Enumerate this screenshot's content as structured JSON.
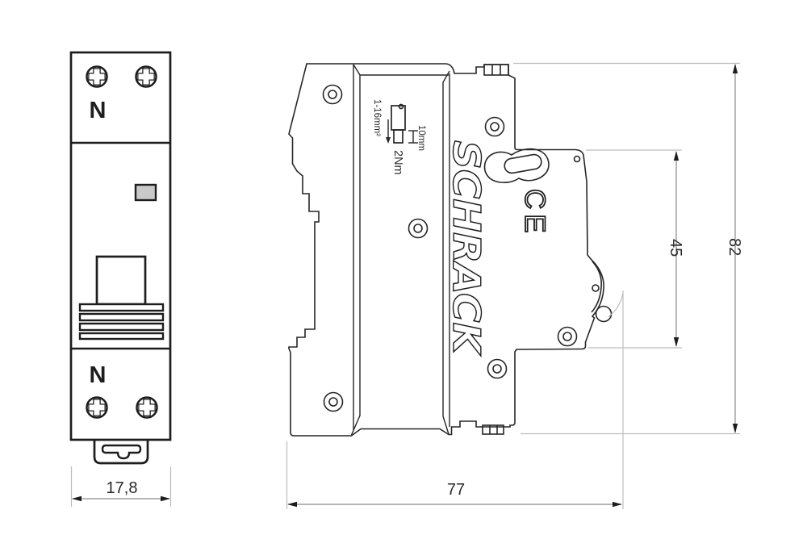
{
  "drawing": {
    "front_view": {
      "terminal_label_top": "N",
      "terminal_label_bottom": "N",
      "width_dim": "17,8"
    },
    "side_view": {
      "brand": "SCHRACK",
      "ce_mark": "CE",
      "wire_range": "1-16mm²",
      "strip_length": "10mm",
      "torque": "2Nm",
      "height_lever_dim": "45",
      "height_total_dim": "82",
      "depth_dim": "77"
    },
    "colors": {
      "line": "#1d1d1d",
      "dim_line": "#8a8a8a",
      "extension_line": "#bdbdbd",
      "indicator_fill": "#c9c9c9",
      "background": "#ffffff"
    }
  }
}
